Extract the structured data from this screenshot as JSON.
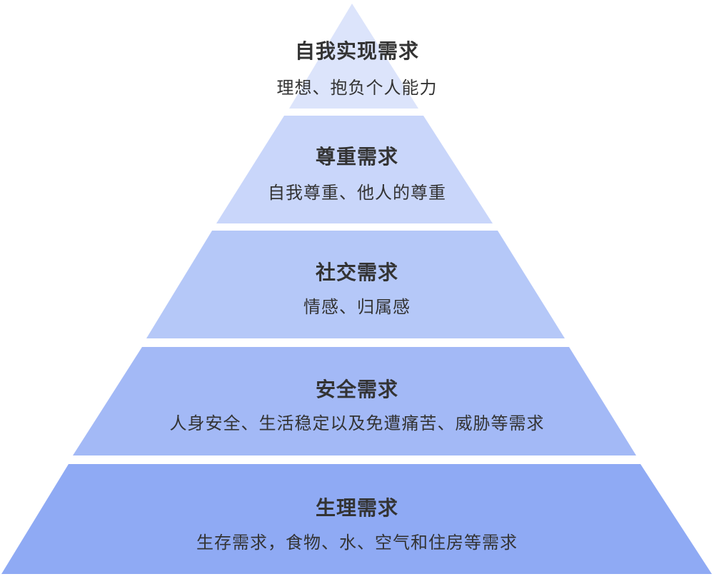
{
  "levels": [
    {
      "title": "自我实现需求",
      "description": "理想、抱负个人能力",
      "color": "#dce4fb"
    },
    {
      "title": "尊重需求",
      "description": "自我尊重、他人的尊重",
      "color": "#c9d6fa"
    },
    {
      "title": "社交需求",
      "description": "情感、归属感",
      "color": "#b5c8f8"
    },
    {
      "title": "安全需求",
      "description": "人身安全、生活稳定以及免遭痛苦、威胁等需求",
      "color": "#a3b9f6"
    },
    {
      "title": "生理需求",
      "description": "生存需求，食物、水、空气和住房等需求",
      "color": "#8faaf4"
    }
  ]
}
